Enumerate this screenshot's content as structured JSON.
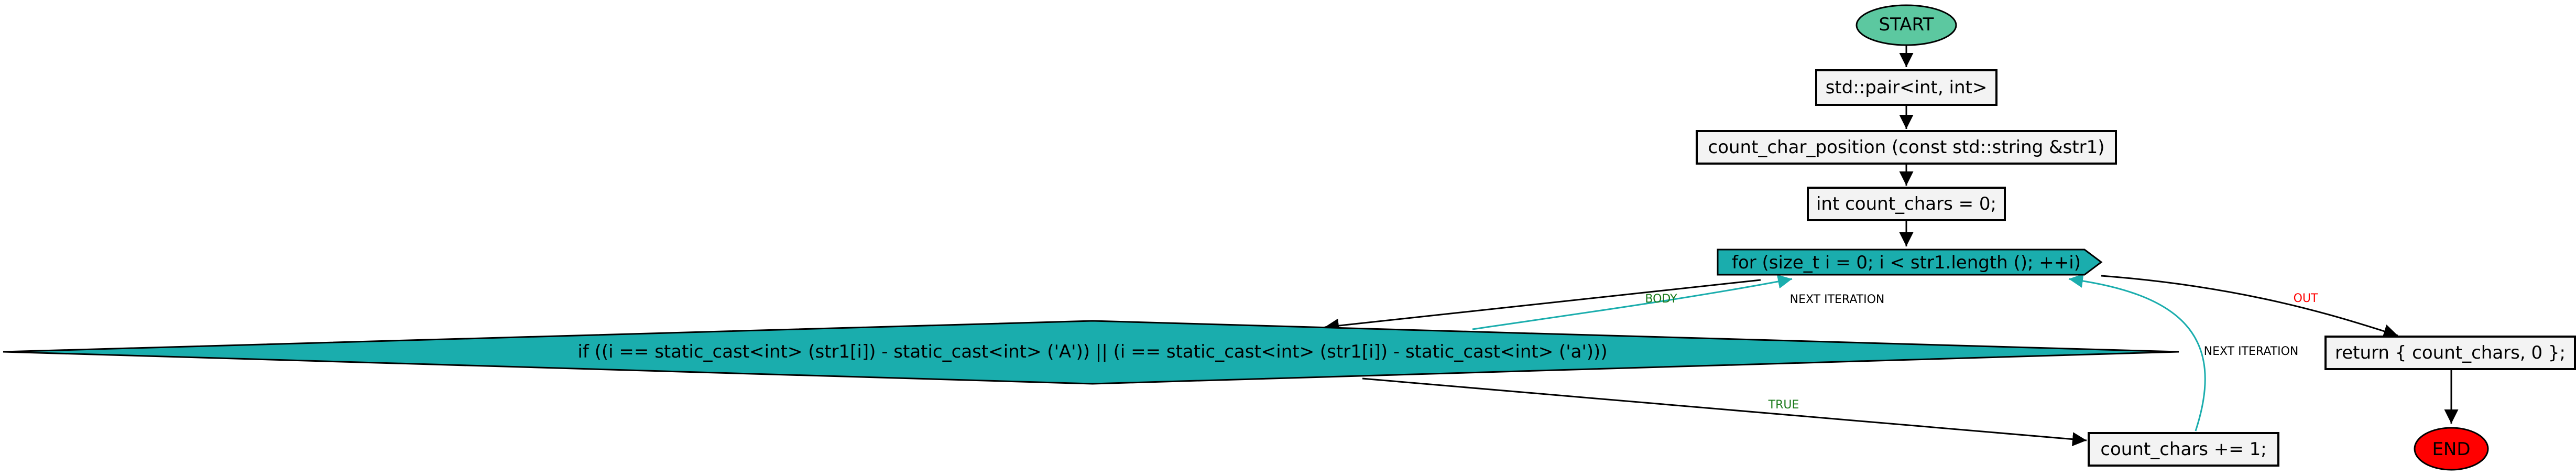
{
  "nodes": {
    "start": "START",
    "return_type": "std::pair<int, int>",
    "signature": "count_char_position (const std::string &str1)",
    "init": "int count_chars = 0;",
    "for_loop": "for (size_t i = 0; i < str1.length (); ++i)",
    "condition": "if ((i == static_cast<int> (str1[i]) - static_cast<int> ('A')) || (i == static_cast<int> (str1[i]) - static_cast<int> ('a')))",
    "increment": "count_chars += 1;",
    "return_stmt": "return { count_chars, 0 };",
    "end": "END"
  },
  "edge_labels": {
    "body": "BODY",
    "next_iteration_1": "NEXT ITERATION",
    "next_iteration_2": "NEXT ITERATION",
    "out": "OUT",
    "true": "TRUE"
  },
  "colors": {
    "start_fill": "#5cc8a0",
    "end_fill": "#ff0000",
    "loop_fill": "#1aadad",
    "box_fill": "#f3f3f3",
    "edge_black": "#000000",
    "edge_teal": "#1aadad",
    "label_green": "#1a7a1a",
    "label_red": "#ff0000"
  }
}
